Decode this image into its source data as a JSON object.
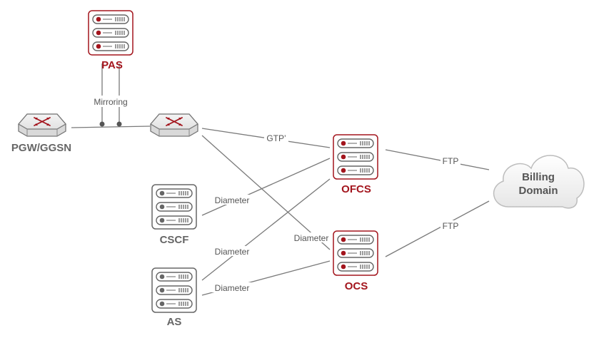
{
  "colors": {
    "accent": "#a3151d",
    "gray": "#666666",
    "line": "#7a7a7a"
  },
  "nodes": {
    "pas": {
      "label": "PAS",
      "icon": "server-icon"
    },
    "pgw": {
      "label": "PGW/GGSN",
      "icon": "router-icon"
    },
    "tap": {
      "icon": "router-icon"
    },
    "cscf": {
      "label": "CSCF",
      "icon": "server-icon"
    },
    "as": {
      "label": "AS",
      "icon": "server-icon"
    },
    "ofcs": {
      "label": "OFCS",
      "icon": "server-icon"
    },
    "ocs": {
      "label": "OCS",
      "icon": "server-icon"
    },
    "billing": {
      "label_line1": "Billing",
      "label_line2": "Domain",
      "icon": "cloud-icon"
    }
  },
  "edges": {
    "mirroring": "Mirroring",
    "gtp": "GTP’",
    "diameter_cscf": "Diameter",
    "diameter_as_ofcs": "Diameter",
    "diameter_as_ocs": "Diameter",
    "diameter_tap_ocs": "Diameter",
    "ftp_ofcs": "FTP",
    "ftp_ocs": "FTP"
  }
}
